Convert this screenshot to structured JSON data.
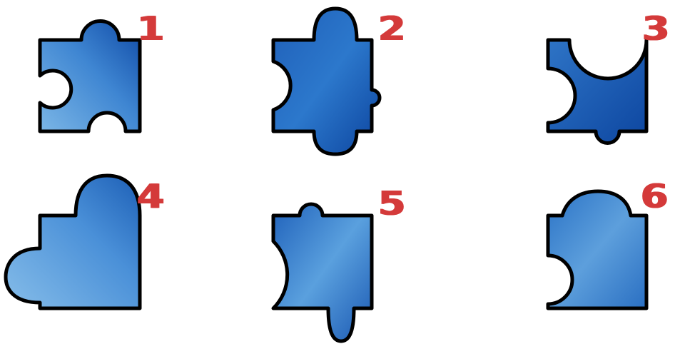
{
  "colors": {
    "number": "#d43a3a",
    "outline": "#000000",
    "piece_light": "#7bb6e6",
    "piece_mid": "#3a86d3",
    "piece_dark": "#0b4aa3"
  },
  "pieces": [
    {
      "number": "1",
      "icon": "puzzle-piece-icon"
    },
    {
      "number": "2",
      "icon": "puzzle-piece-icon"
    },
    {
      "number": "3",
      "icon": "puzzle-piece-icon"
    },
    {
      "number": "4",
      "icon": "puzzle-piece-icon"
    },
    {
      "number": "5",
      "icon": "puzzle-piece-icon"
    },
    {
      "number": "6",
      "icon": "puzzle-piece-icon"
    }
  ]
}
